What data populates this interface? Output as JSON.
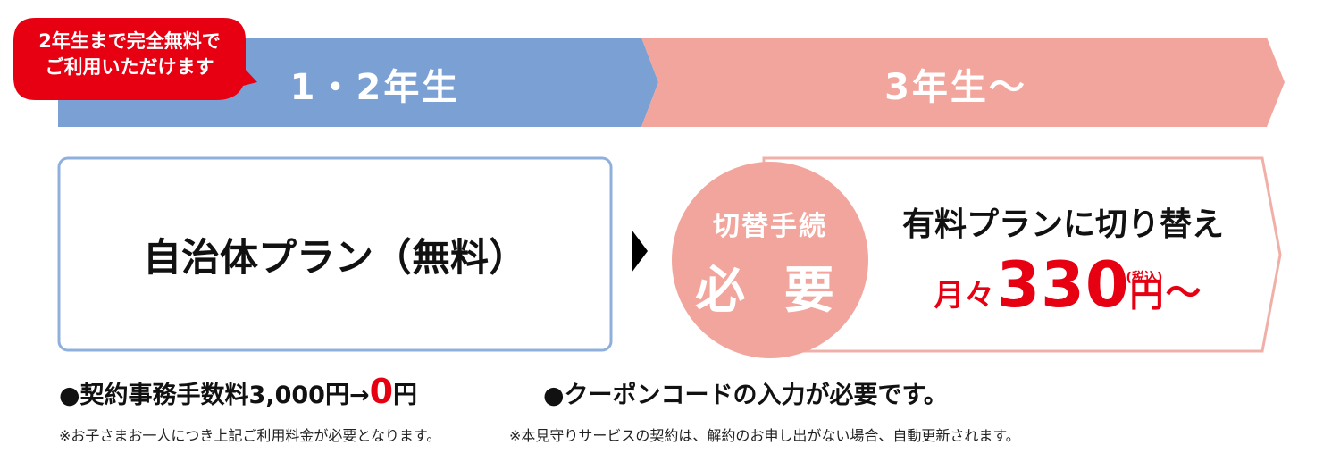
{
  "badge": {
    "line1": "2年生まで完全無料で",
    "line2": "ご利用いただけます"
  },
  "timeline": {
    "stage1_label": "1・2年生",
    "stage2_label": "3年生～"
  },
  "free_plan": {
    "label": "自治体プラン（無料）"
  },
  "procedure": {
    "top": "切替手続",
    "big": "必 要"
  },
  "paid_plan": {
    "label": "有料プランに切り替え",
    "price_prefix": "月々",
    "price_amount": "330",
    "price_unit": "円",
    "tax_note": "(税込)",
    "price_suffix": "～"
  },
  "notes": {
    "fee_label": "●契約事務手数料3,000円→",
    "fee_zero": "0",
    "fee_unit": "円",
    "coupon": "●クーポンコードの入力が必要です。",
    "small_1": "※お子さまお一人につき上記ご利用料金が必要となります。",
    "small_2": "※本見守りサービスの契約は、解約のお申し出がない場合、自動更新されます。"
  },
  "colors": {
    "blue": "#7ba0d3",
    "pink": "#f2a59c",
    "red": "#e60012",
    "pink_border": "#f0b0a8",
    "blue_border": "#8fb0dd"
  }
}
